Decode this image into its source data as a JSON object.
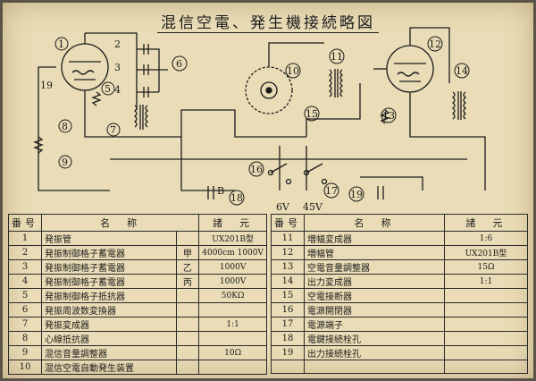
{
  "title": "混信空電、発生機接続略図",
  "diagram_labels": {
    "voltage_6v": "6V",
    "voltage_45v": "45V",
    "battery_mark": "B"
  },
  "table_headers": {
    "number": "番号",
    "name": "名　称",
    "spec": "諸　元"
  },
  "left_rows": [
    {
      "n": "1",
      "name": "発振管",
      "sub": "",
      "spec": "UX201B型"
    },
    {
      "n": "2",
      "name": "発振制御格子蓄電器",
      "sub": "甲",
      "spec": "4000cm 1000V"
    },
    {
      "n": "3",
      "name": "発振制御格子蓄電器",
      "sub": "乙",
      "spec": "1000V"
    },
    {
      "n": "4",
      "name": "発振制御格子蓄電器",
      "sub": "丙",
      "spec": "1000V"
    },
    {
      "n": "5",
      "name": "発振制御格子抵抗器",
      "sub": "",
      "spec": "50KΩ"
    },
    {
      "n": "6",
      "name": "発振周波数変換器",
      "sub": "",
      "spec": ""
    },
    {
      "n": "7",
      "name": "発振変成器",
      "sub": "",
      "spec": "1:1"
    },
    {
      "n": "8",
      "name": "心線抵抗器",
      "sub": "",
      "spec": ""
    },
    {
      "n": "9",
      "name": "混信音量調整器",
      "sub": "",
      "spec": "10Ω"
    },
    {
      "n": "10",
      "name": "混信空電自動発生装置",
      "sub": "",
      "spec": ""
    }
  ],
  "right_rows": [
    {
      "n": "11",
      "name": "増幅変成器",
      "spec": "1:6"
    },
    {
      "n": "12",
      "name": "増幅管",
      "spec": "UX201B型"
    },
    {
      "n": "13",
      "name": "空電音量調整器",
      "spec": "15Ω"
    },
    {
      "n": "14",
      "name": "出力変成器",
      "spec": "1:1"
    },
    {
      "n": "15",
      "name": "空電接断器",
      "spec": ""
    },
    {
      "n": "16",
      "name": "電源開閉器",
      "spec": ""
    },
    {
      "n": "17",
      "name": "電源端子",
      "spec": ""
    },
    {
      "n": "18",
      "name": "電鍵接続栓孔",
      "spec": ""
    },
    {
      "n": "19",
      "name": "出力接続栓孔",
      "spec": ""
    }
  ],
  "ink_color": "#1c1c1c",
  "paper_color": "#e9dcb6"
}
